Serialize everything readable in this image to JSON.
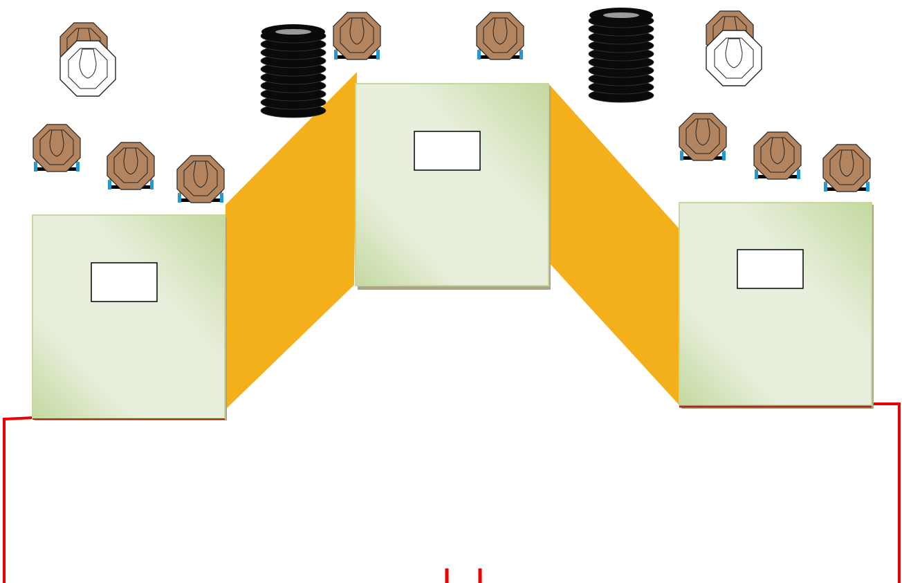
{
  "diagram": {
    "barricades": [
      {
        "id": "left",
        "label": ""
      },
      {
        "id": "center",
        "label": ""
      },
      {
        "id": "right",
        "label": ""
      }
    ],
    "walls": [
      {
        "id": "left-wall"
      },
      {
        "id": "right-wall"
      }
    ],
    "tire_stacks": [
      {
        "id": "left-tires",
        "count": 10
      },
      {
        "id": "right-tires",
        "count": 10
      }
    ],
    "targets": [
      {
        "id": "target-1",
        "type": "steel-octagon"
      },
      {
        "id": "target-2",
        "type": "paper-on-stand"
      },
      {
        "id": "target-3",
        "type": "paper-on-stand"
      },
      {
        "id": "target-4",
        "type": "paper-on-stand"
      },
      {
        "id": "target-5",
        "type": "paper-on-stand"
      },
      {
        "id": "target-6",
        "type": "paper-on-stand"
      },
      {
        "id": "target-7",
        "type": "steel-octagon"
      },
      {
        "id": "target-8",
        "type": "paper-on-stand"
      },
      {
        "id": "target-9",
        "type": "paper-on-stand"
      },
      {
        "id": "target-10",
        "type": "paper-on-stand"
      }
    ],
    "no_shoots": [
      {
        "id": "no-shoot-1"
      },
      {
        "id": "no-shoot-2"
      }
    ],
    "colors": {
      "barricade_light": "#e8f0dd",
      "barricade_dark": "#c4d89f",
      "wall": "#f3b01b",
      "fault_line": "#ee0000",
      "target_fill": "#b2845f",
      "stand_blue": "#1e9bd7",
      "tires": "#0a0a0a"
    }
  }
}
